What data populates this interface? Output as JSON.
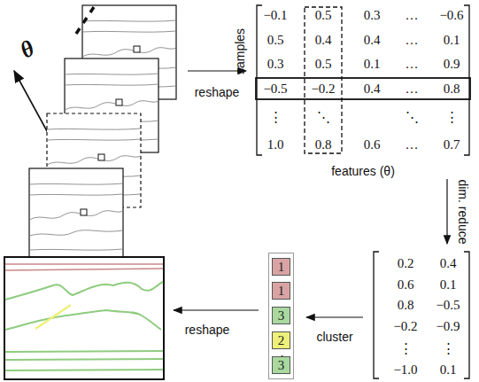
{
  "diagram": {
    "nodes": [
      {
        "text": [
          "−0.1",
          "0.5",
          "0.3",
          "…",
          "−0.6",
          "0.5",
          "0.4",
          "0.4",
          "…",
          "0.1",
          "0.3",
          "0.5",
          "0.1",
          "…",
          "0.9",
          "−0.5",
          "−0.2",
          "0.4",
          "…",
          "0.8",
          "⋮",
          "⋱",
          "⋱",
          "⋮",
          "1.0",
          "0.8",
          "0.6",
          "…",
          "0.7"
        ]
      },
      {
        "text": [
          "0.2",
          "0.4",
          "0.6",
          "0.1",
          "0.8",
          "−0.5",
          "−0.2",
          "−0.9",
          "⋮",
          "⋮",
          "−1.0",
          "0.1"
        ]
      },
      {
        "text": [
          "⋮"
        ]
      },
      {
        "text": [
          "1"
        ],
        "in": 2
      },
      {
        "text": [
          "1"
        ],
        "in": 2
      },
      {
        "text": [
          "3"
        ],
        "in": 2
      },
      {
        "text": [
          "2"
        ],
        "in": 2
      },
      {
        "text": [
          "3"
        ],
        "in": 2
      }
    ],
    "edges": [
      {
        "from": 0,
        "to": 1,
        "label": "dim. reduce",
        "arrow": "to"
      },
      {
        "from": 1,
        "to": 2,
        "label": "cluster",
        "arrow": "to"
      }
    ],
    "labels": [
      "θ",
      "reshape",
      "samples",
      "features (θ)",
      "reshape"
    ]
  }
}
